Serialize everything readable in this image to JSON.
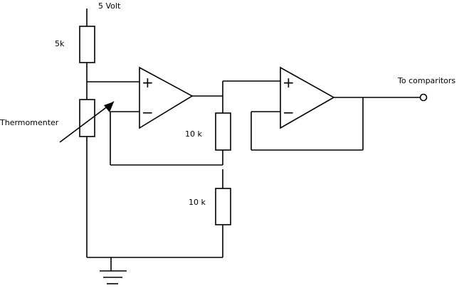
{
  "labels": {
    "supply": "5 Volt",
    "r_top": "5k",
    "sensor": "Thermomenter",
    "r_mid": "10 k",
    "r_low": "10 k",
    "output": "To comparitors"
  },
  "opamps": [
    {
      "plus": "+",
      "minus": "−"
    },
    {
      "plus": "+",
      "minus": "−"
    }
  ],
  "icons": [
    "ground-icon",
    "arrow-icon",
    "terminal-icon"
  ]
}
